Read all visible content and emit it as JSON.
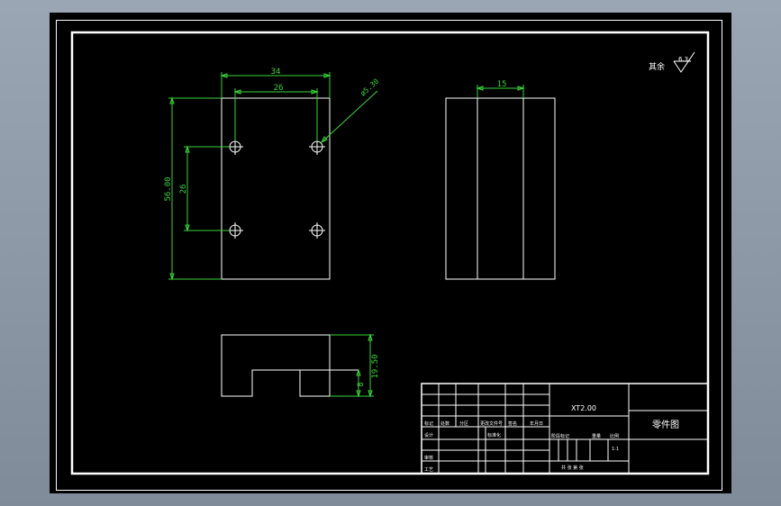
{
  "drawing": {
    "top_view": {
      "dim_width_outer": "34",
      "dim_width_inner": "26",
      "dim_height_outer": "56.00",
      "dim_height_inner": "26",
      "hole_callout": "ø5.30"
    },
    "side_view": {
      "dim_width": "15"
    },
    "front_view": {
      "dim_height": "19.50",
      "dim_slot": "8"
    },
    "roughness": {
      "label": "其余",
      "value": "6.3"
    },
    "title_block": {
      "drawing_number": "XT2.00",
      "drawing_name": "零件图",
      "row_labels": [
        "标记",
        "处数",
        "分区",
        "更改文件号",
        "签名",
        "年月日"
      ],
      "role_labels": [
        "设计",
        "标准化",
        "审核",
        "工艺"
      ],
      "stage_label": "阶段标记",
      "weight_label": "重量",
      "scale_label": "比例",
      "sheet_text": "共 张 第 张",
      "scale_value": "1:1"
    }
  },
  "colors": {
    "background": "#000000",
    "outline": "#ffffff",
    "dimension": "#39d439"
  }
}
